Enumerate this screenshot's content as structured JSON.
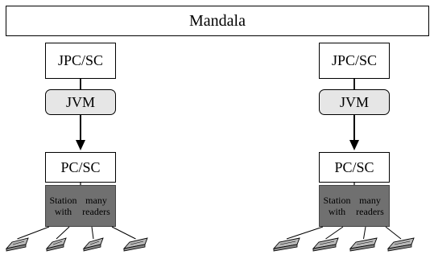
{
  "diagram": {
    "mandala_label": "Mandala",
    "columns": [
      {
        "jpc_label": "JPC/SC",
        "jvm_label": "JVM",
        "pcsc_label": "PC/SC",
        "station_line1": "Station with",
        "station_line2": "many readers",
        "reader_count": 4
      },
      {
        "jpc_label": "JPC/SC",
        "jvm_label": "JVM",
        "pcsc_label": "PC/SC",
        "station_line1": "Station with",
        "station_line2": "many readers",
        "reader_count": 4
      }
    ]
  }
}
